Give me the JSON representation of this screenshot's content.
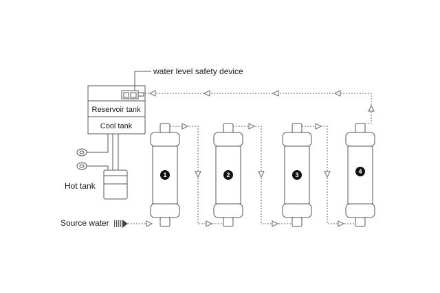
{
  "labels": {
    "water_level_device": "water level safety device",
    "reservoir_tank": "Reservoir tank",
    "cool_tank": "Cool tank",
    "hot_tank": "Hot tank",
    "source_water": "Source water"
  },
  "filters": [
    {
      "number": "1"
    },
    {
      "number": "2"
    },
    {
      "number": "3"
    },
    {
      "number": "4"
    }
  ],
  "colors": {
    "line": "#555555",
    "text": "#1a1a1a",
    "badge": "#111111"
  }
}
